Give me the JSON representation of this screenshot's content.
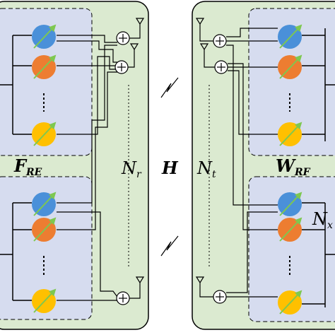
{
  "labels": {
    "f_rf": "F",
    "f_rf_sub": "RE",
    "n_r": "N",
    "n_r_sub": "r",
    "h": "H",
    "n_t": "N",
    "n_t_sub": "t",
    "w_rf": "W",
    "w_rf_sub": "RF",
    "n_x": "N",
    "n_x_sub": "x"
  },
  "colors": {
    "panel_fill": "#dbead0",
    "subarray_fill": "#d6dcef",
    "phase_blue": "#4a90d9",
    "phase_orange": "#ed7d31",
    "phase_yellow": "#ffc000",
    "arrow": "#7ec850"
  }
}
